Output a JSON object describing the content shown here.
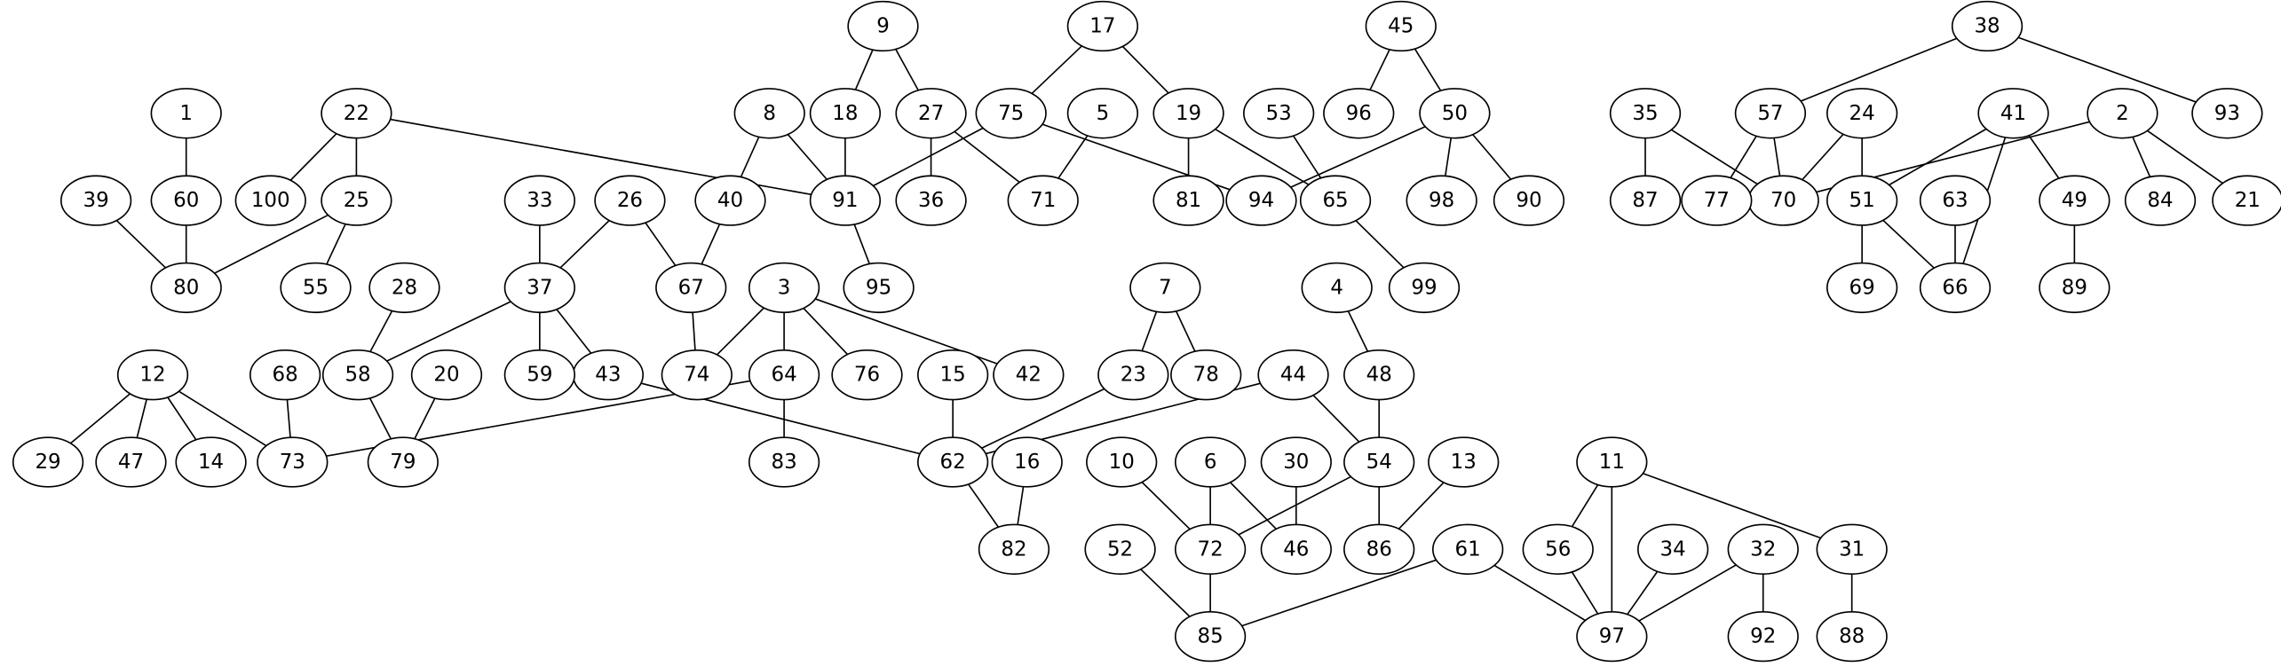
{
  "graph": {
    "nodes": [
      "1",
      "2",
      "3",
      "4",
      "5",
      "6",
      "7",
      "8",
      "9",
      "10",
      "11",
      "12",
      "13",
      "14",
      "15",
      "16",
      "17",
      "18",
      "19",
      "20",
      "21",
      "22",
      "23",
      "24",
      "25",
      "26",
      "27",
      "28",
      "29",
      "30",
      "31",
      "32",
      "33",
      "34",
      "35",
      "36",
      "37",
      "38",
      "39",
      "40",
      "41",
      "42",
      "43",
      "44",
      "45",
      "46",
      "47",
      "48",
      "49",
      "50",
      "51",
      "52",
      "53",
      "54",
      "55",
      "56",
      "57",
      "58",
      "59",
      "60",
      "61",
      "62",
      "63",
      "64",
      "65",
      "66",
      "67",
      "68",
      "69",
      "70",
      "71",
      "72",
      "73",
      "74",
      "75",
      "76",
      "77",
      "78",
      "79",
      "80",
      "81",
      "82",
      "83",
      "84",
      "85",
      "86",
      "87",
      "88",
      "89",
      "90",
      "91",
      "92",
      "93",
      "94",
      "95",
      "96",
      "97",
      "98",
      "99",
      "100"
    ],
    "edges": [
      [
        "1",
        "60"
      ],
      [
        "60",
        "80"
      ],
      [
        "39",
        "80"
      ],
      [
        "25",
        "80"
      ],
      [
        "22",
        "25"
      ],
      [
        "22",
        "100"
      ],
      [
        "22",
        "91"
      ],
      [
        "25",
        "55"
      ],
      [
        "33",
        "37"
      ],
      [
        "26",
        "37"
      ],
      [
        "26",
        "67"
      ],
      [
        "37",
        "58"
      ],
      [
        "37",
        "59"
      ],
      [
        "37",
        "43"
      ],
      [
        "28",
        "58"
      ],
      [
        "58",
        "79"
      ],
      [
        "20",
        "79"
      ],
      [
        "8",
        "40"
      ],
      [
        "8",
        "91"
      ],
      [
        "40",
        "67"
      ],
      [
        "67",
        "74"
      ],
      [
        "9",
        "18"
      ],
      [
        "9",
        "27"
      ],
      [
        "18",
        "91"
      ],
      [
        "27",
        "36"
      ],
      [
        "27",
        "71"
      ],
      [
        "91",
        "95"
      ],
      [
        "17",
        "75"
      ],
      [
        "17",
        "19"
      ],
      [
        "75",
        "91"
      ],
      [
        "75",
        "94"
      ],
      [
        "5",
        "71"
      ],
      [
        "19",
        "81"
      ],
      [
        "19",
        "65"
      ],
      [
        "53",
        "65"
      ],
      [
        "65",
        "99"
      ],
      [
        "45",
        "96"
      ],
      [
        "45",
        "50"
      ],
      [
        "50",
        "94"
      ],
      [
        "50",
        "98"
      ],
      [
        "50",
        "90"
      ],
      [
        "3",
        "74"
      ],
      [
        "3",
        "64"
      ],
      [
        "3",
        "76"
      ],
      [
        "3",
        "42"
      ],
      [
        "64",
        "73"
      ],
      [
        "64",
        "83"
      ],
      [
        "12",
        "29"
      ],
      [
        "12",
        "47"
      ],
      [
        "12",
        "14"
      ],
      [
        "12",
        "73"
      ],
      [
        "68",
        "73"
      ],
      [
        "43",
        "62"
      ],
      [
        "15",
        "62"
      ],
      [
        "7",
        "23"
      ],
      [
        "7",
        "78"
      ],
      [
        "23",
        "62"
      ],
      [
        "44",
        "62"
      ],
      [
        "44",
        "54"
      ],
      [
        "4",
        "48"
      ],
      [
        "48",
        "54"
      ],
      [
        "62",
        "82"
      ],
      [
        "16",
        "82"
      ],
      [
        "54",
        "72"
      ],
      [
        "54",
        "86"
      ],
      [
        "13",
        "86"
      ],
      [
        "10",
        "72"
      ],
      [
        "6",
        "72"
      ],
      [
        "6",
        "46"
      ],
      [
        "30",
        "46"
      ],
      [
        "72",
        "85"
      ],
      [
        "52",
        "85"
      ],
      [
        "61",
        "85"
      ],
      [
        "61",
        "97"
      ],
      [
        "11",
        "56"
      ],
      [
        "11",
        "97"
      ],
      [
        "11",
        "31"
      ],
      [
        "56",
        "97"
      ],
      [
        "34",
        "97"
      ],
      [
        "32",
        "97"
      ],
      [
        "32",
        "92"
      ],
      [
        "31",
        "88"
      ],
      [
        "35",
        "87"
      ],
      [
        "35",
        "70"
      ],
      [
        "38",
        "57"
      ],
      [
        "38",
        "93"
      ],
      [
        "57",
        "77"
      ],
      [
        "57",
        "70"
      ],
      [
        "24",
        "70"
      ],
      [
        "24",
        "51"
      ],
      [
        "2",
        "70"
      ],
      [
        "2",
        "84"
      ],
      [
        "2",
        "21"
      ],
      [
        "41",
        "51"
      ],
      [
        "41",
        "66"
      ],
      [
        "41",
        "49"
      ],
      [
        "51",
        "69"
      ],
      [
        "51",
        "66"
      ],
      [
        "63",
        "66"
      ],
      [
        "49",
        "89"
      ]
    ]
  }
}
